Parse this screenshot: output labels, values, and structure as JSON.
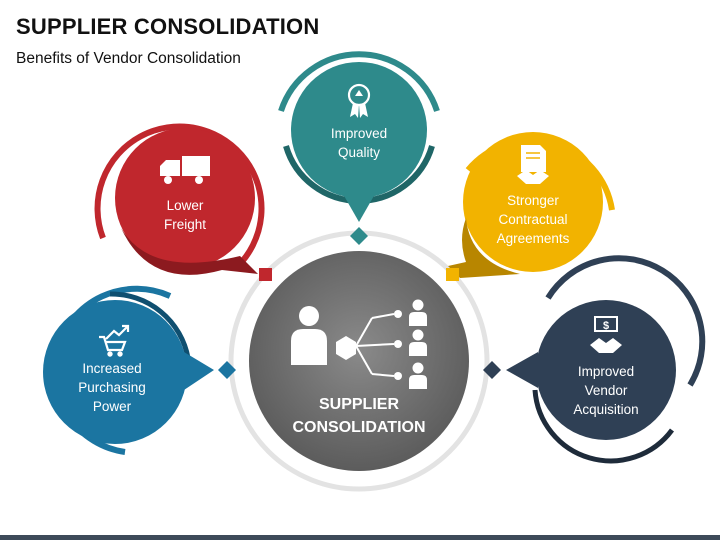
{
  "title": "SUPPLIER CONSOLIDATION",
  "subtitle": "Benefits of Vendor Consolidation",
  "center": {
    "line1": "SUPPLIER",
    "line2": "CONSOLIDATION"
  },
  "nodes": [
    {
      "line1": "Increased",
      "line2": "Purchasing",
      "line3": "Power",
      "icon": "cart-growth-icon",
      "color": "#1b75a1"
    },
    {
      "line1": "Lower",
      "line2": "Freight",
      "icon": "truck-icon",
      "color": "#c0272d"
    },
    {
      "line1": "Improved",
      "line2": "Quality",
      "icon": "award-badge-icon",
      "color": "#2e8a8b"
    },
    {
      "line1": "Stronger",
      "line2": "Contractual",
      "line3": "Agreements",
      "icon": "handshake-contract-icon",
      "color": "#f2b300"
    },
    {
      "line1": "Improved",
      "line2": "Vendor",
      "line3": "Acquisition",
      "icon": "handshake-money-icon",
      "color": "#2f4055"
    }
  ]
}
